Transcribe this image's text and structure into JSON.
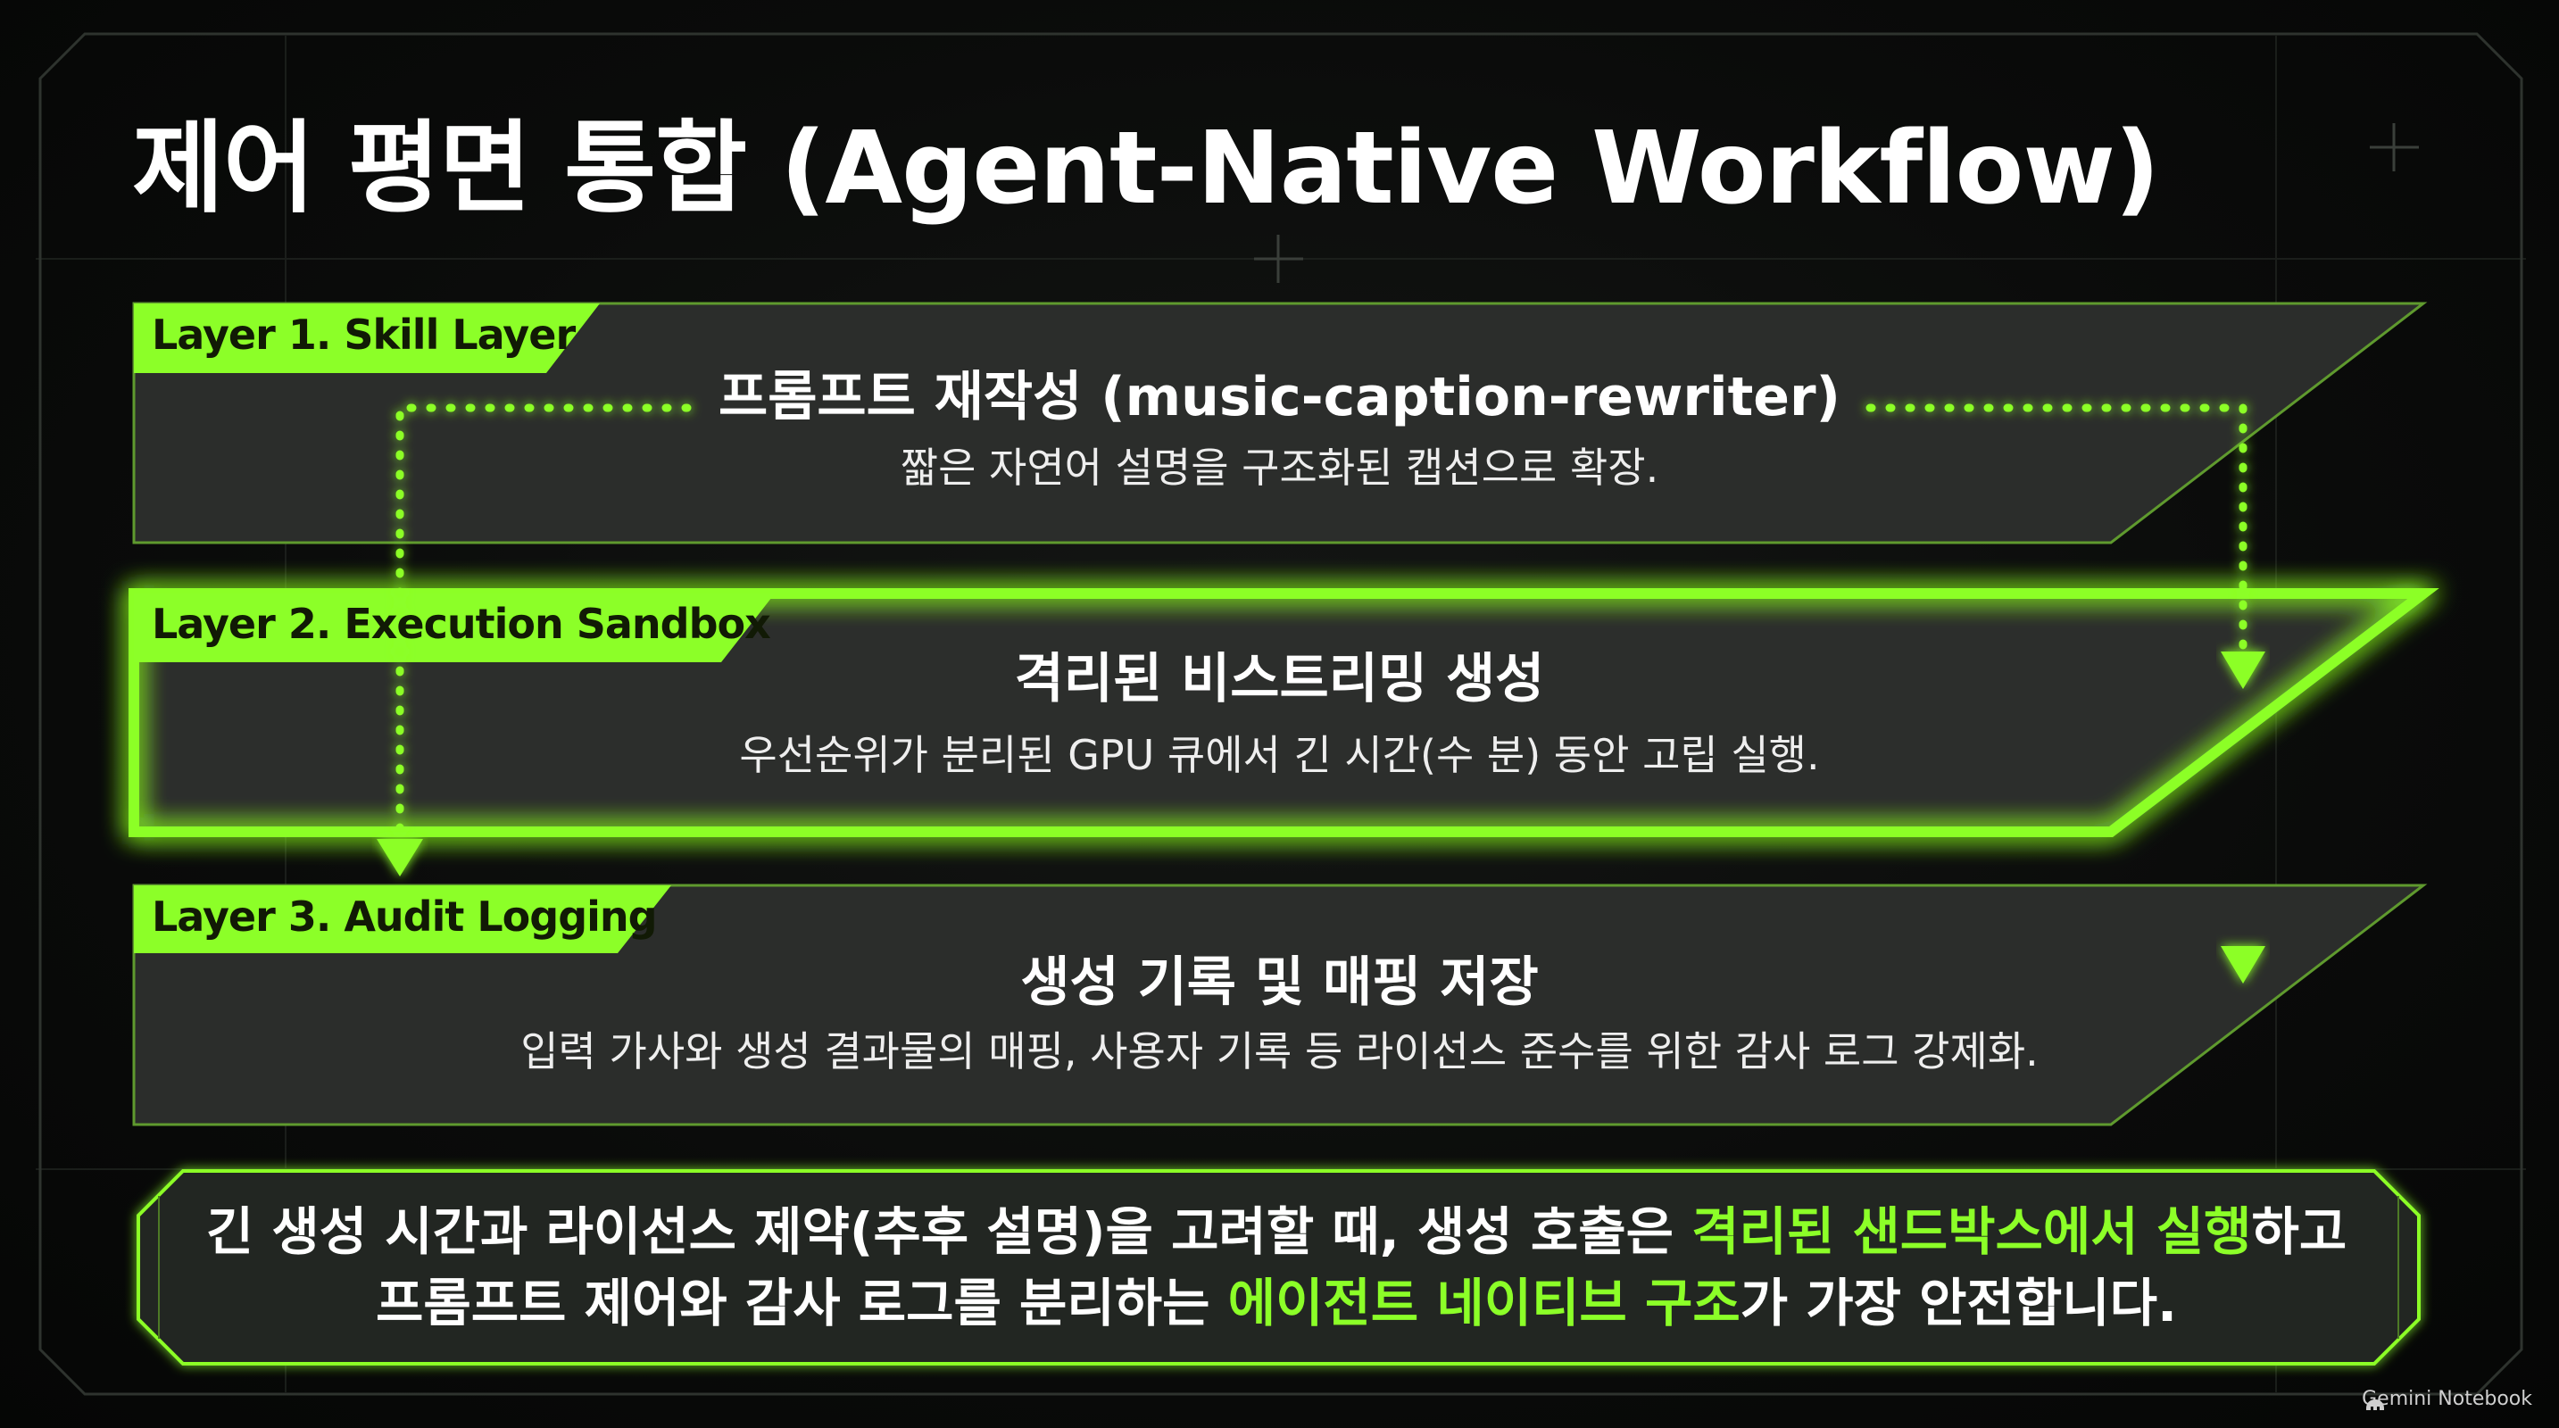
{
  "title": "제어 평면 통합 (Agent-Native Workflow)",
  "layers": [
    {
      "tag": "Layer 1. Skill Layer",
      "heading": "프롬프트 재작성 (music-caption-rewriter)",
      "description": "짧은 자연어 설명을 구조화된 캡션으로 확장.",
      "highlighted": false
    },
    {
      "tag": "Layer 2. Execution Sandbox",
      "heading": "격리된 비스트리밍 생성",
      "description": "우선순위가 분리된 GPU 큐에서 긴 시간(수 분) 동안 고립 실행.",
      "highlighted": true
    },
    {
      "tag": "Layer 3. Audit Logging",
      "heading": "생성 기록 및 매핑 저장",
      "description": "입력 가사와 생성 결과물의 매핑, 사용자 기록 등 라이선스 준수를 위한 감사 로그 강제화.",
      "highlighted": false
    }
  ],
  "callout": {
    "line1": {
      "before": "긴 생성 시간과 라이선스 제약(추후 설명)을 고려할 때, 생성 호출은 ",
      "highlight": "격리된 샌드박스에서 실행",
      "after": "하고"
    },
    "line2": {
      "before": "프롬프트 제어와 감사 로그를 분리하는 ",
      "highlight": "에이전트 네이티브 구조",
      "after": "가 가장 안전합니다."
    }
  },
  "badge": {
    "label": "Gemini Notebook",
    "icon": "gemini-logo-icon"
  },
  "colors": {
    "accent": "#8cff28",
    "panel": "#2b2d2b",
    "background": "#080908",
    "text": "#ffffff"
  }
}
